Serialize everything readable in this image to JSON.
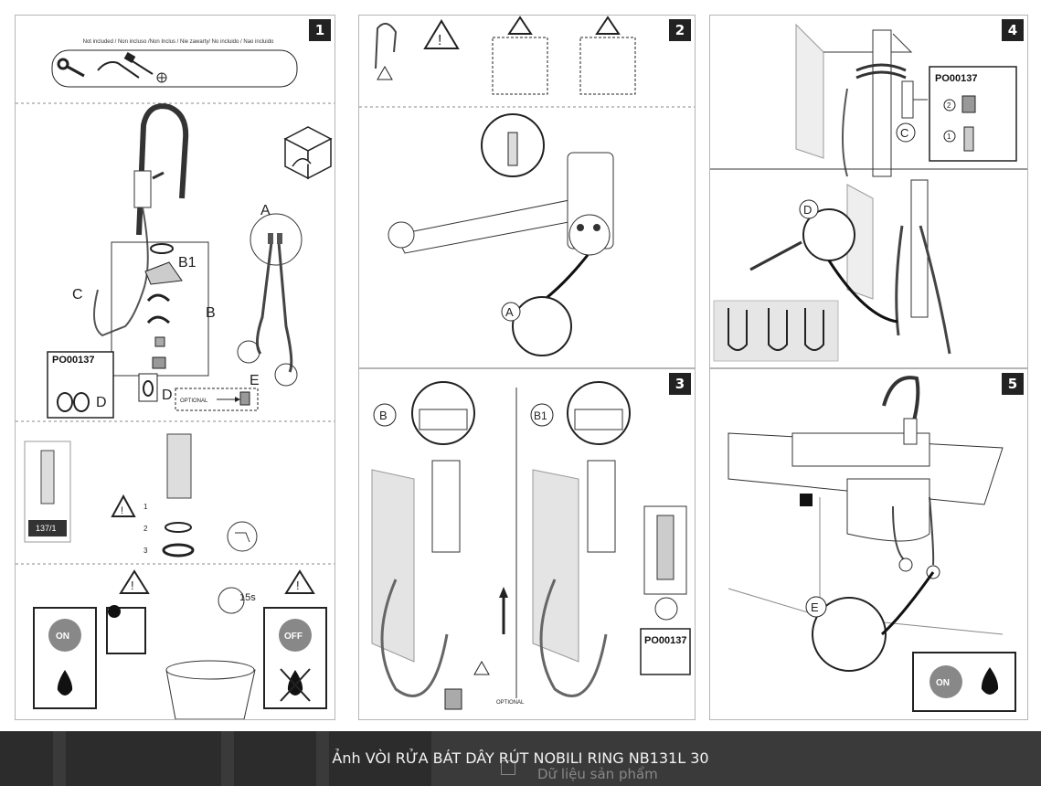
{
  "panels": {
    "p1": {
      "number": "1",
      "not_included": "Not included / Non incluso /Non Inclus / Nie zawarty/ No incluido / Nao incluido",
      "label_a": "A",
      "label_b1": "B1",
      "label_b": "B",
      "label_c": "C",
      "label_d": "D",
      "label_d2": "D",
      "label_e": "E",
      "code": "PO00137",
      "optional": "OPTIONAL",
      "tube_label": "137/1",
      "step1": "1",
      "step2": "2",
      "step3": "3",
      "timer": "15s",
      "on_label": "ON",
      "off_label": "OFF"
    },
    "p2": {
      "number": "2",
      "label_a": "A"
    },
    "p3": {
      "number": "3",
      "label_b": "B",
      "label_b1": "B1",
      "optional": "OPTIONAL",
      "code": "PO00137"
    },
    "p4": {
      "number": "4",
      "code": "PO00137",
      "label_c": "C",
      "label_d": "D",
      "step1": "1",
      "step2": "2"
    },
    "p5": {
      "number": "5",
      "label_e": "E",
      "on_label": "ON"
    }
  },
  "bottom_bar": {
    "caption": "Ảnh VÒI RỬA BÁT DÂY RÚT NOBILI RING NB131L 30",
    "ghost_text": "Dữ liệu sản phẩm"
  }
}
